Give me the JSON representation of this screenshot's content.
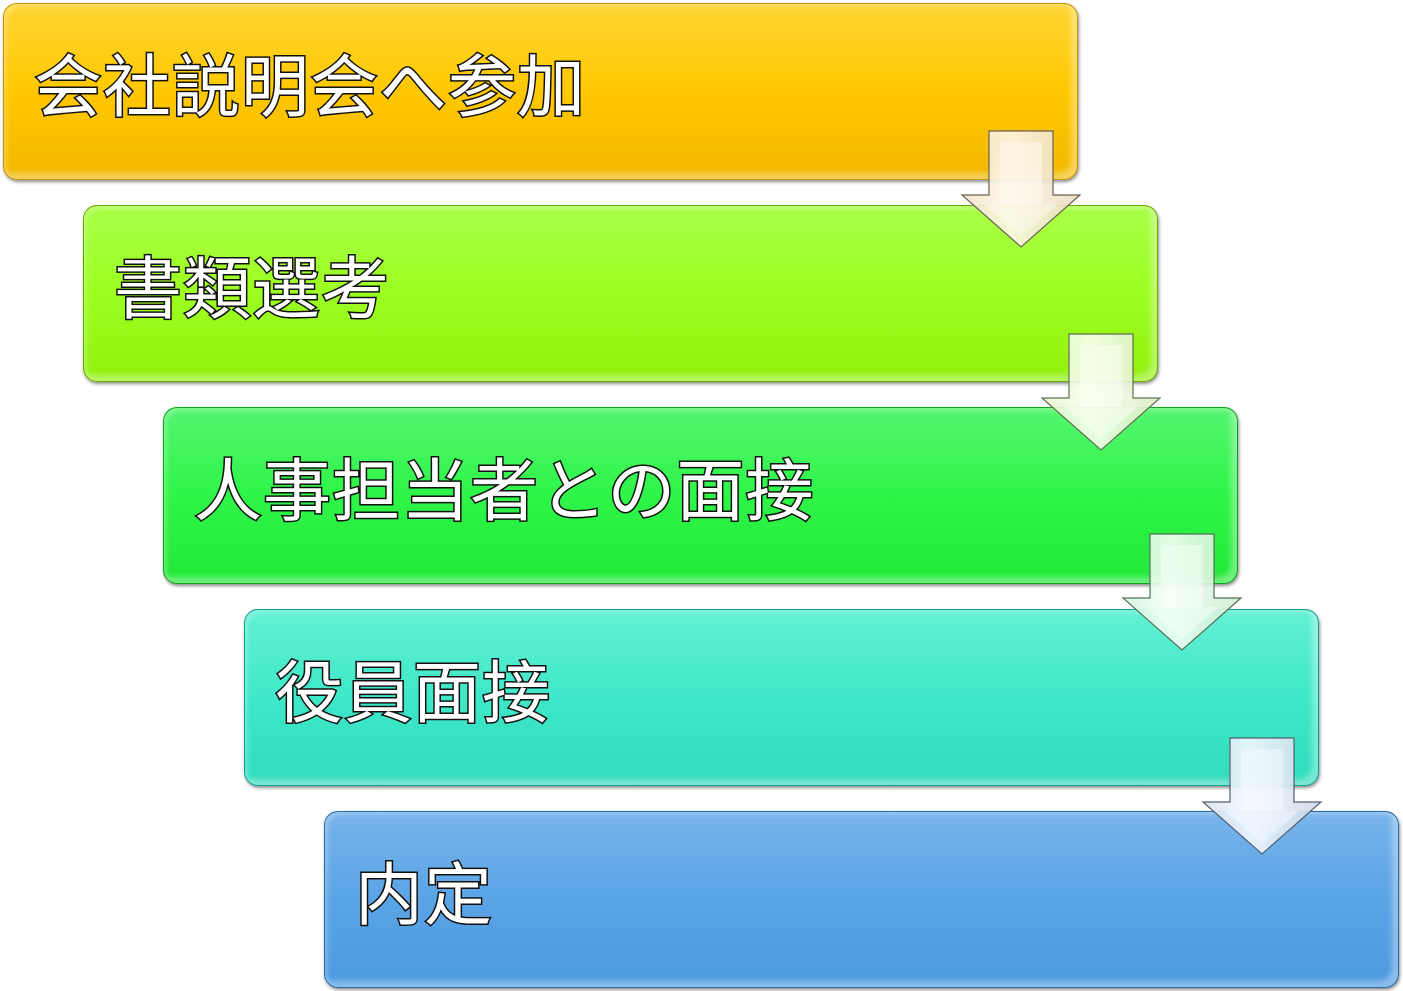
{
  "steps": [
    {
      "label": "会社説明会へ参加",
      "color": "#ffc800"
    },
    {
      "label": "書類選考",
      "color": "#9cff20"
    },
    {
      "label": "人事担当者との面接",
      "color": "#2ef548"
    },
    {
      "label": "役員面接",
      "color": "#3ee8c8"
    },
    {
      "label": "内定",
      "color": "#5aa4e6"
    }
  ]
}
